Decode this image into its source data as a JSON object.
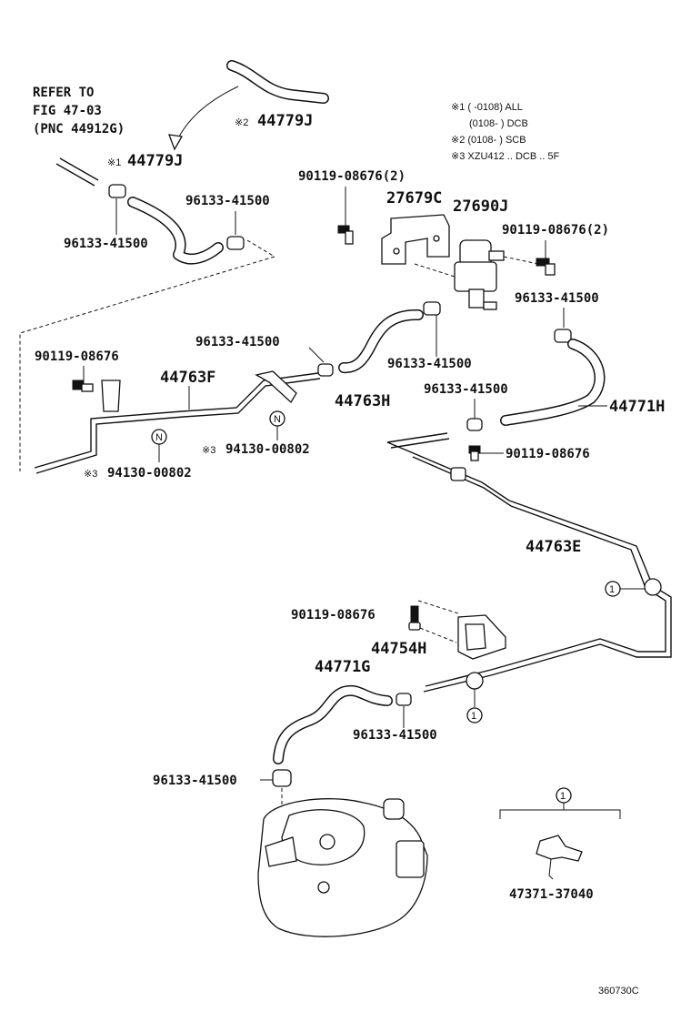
{
  "refer_note": {
    "line1": "REFER TO",
    "line2": "FIG 47-03",
    "line3": "(PNC 44912G)"
  },
  "notes": {
    "n1": "※1 (      -0108) ALL",
    "n1b": "(0108-      ) DCB",
    "n2": "※2 (0108-      ) SCB",
    "n3": "※3 XZU412 .. DCB .. 5F"
  },
  "labels": {
    "p44779J_top": "44779J",
    "p44779J_top_mark": "※2",
    "p44779J_left": "44779J",
    "p44779J_left_mark": "※1",
    "p96133_a": "96133-41500",
    "p96133_b": "96133-41500",
    "p90119_a": "90119-08676(2)",
    "p27679C": "27679C",
    "p27690J": "27690J",
    "p90119_b": "90119-08676(2)",
    "p96133_c": "96133-41500",
    "p90119_c": "90119-08676",
    "p96133_d": "96133-41500",
    "p44763F": "44763F",
    "p96133_e": "96133-41500",
    "p44763H": "44763H",
    "p96133_f": "96133-41500",
    "p44771H": "44771H",
    "p94130_a": "94130-00802",
    "p94130_a_mark": "※3",
    "p94130_b": "94130-00802",
    "p94130_b_mark": "※3",
    "p90119_d": "90119-08676",
    "p44763E": "44763E",
    "p90119_e": "90119-08676",
    "p44754H": "44754H",
    "p44771G": "44771G",
    "p96133_g": "96133-41500",
    "p96133_h": "96133-41500",
    "p47371": "47371-37040",
    "callout_1a": "1",
    "callout_1b": "1",
    "callout_1c": "1",
    "marker_N": "N",
    "marker_N2": "N",
    "figure_code": "360730C"
  }
}
